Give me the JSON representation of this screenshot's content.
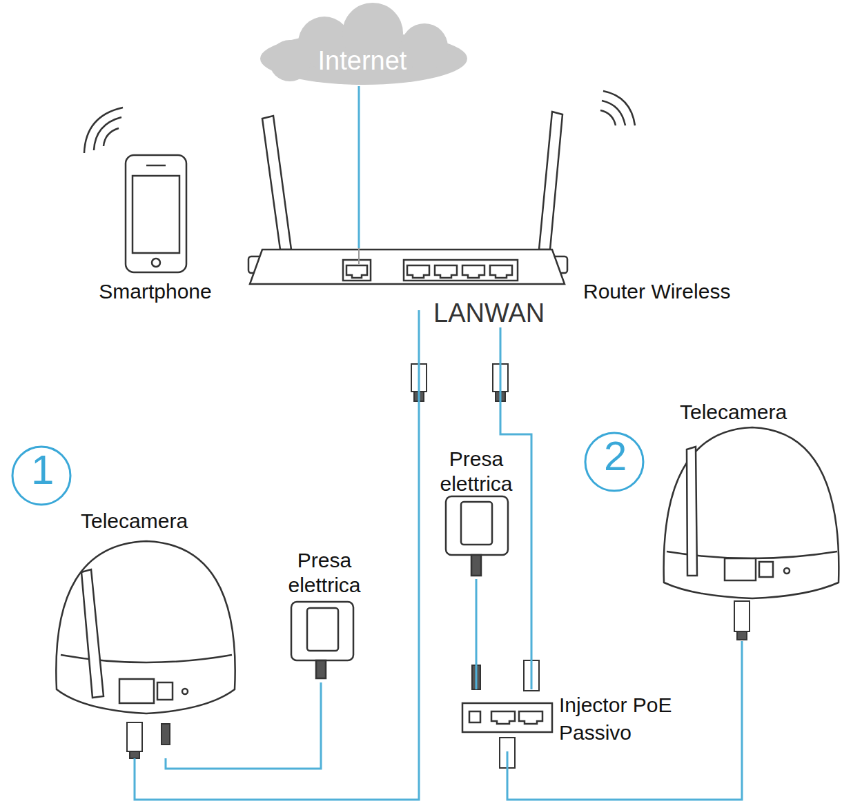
{
  "diagram": {
    "nodes": [
      {
        "text": [
          "Internet"
        ]
      },
      {
        "text": [
          "Smartphone"
        ]
      },
      {
        "text": [
          "Router Wireless"
        ]
      },
      {
        "text": [
          "Telecamera"
        ]
      },
      {
        "text": [
          "Presa elettrica"
        ]
      },
      {
        "text": [
          "Presa elettrica"
        ]
      },
      {
        "text": [
          "Telecamera"
        ]
      },
      {
        "text": [
          "Injector PoE Passivo"
        ]
      }
    ],
    "edges": [
      {
        "from": 0,
        "to": 2,
        "arrow": "none"
      },
      {
        "from": 2,
        "to": 3,
        "arrow": "none"
      },
      {
        "from": 4,
        "to": 3,
        "arrow": "none"
      },
      {
        "from": 2,
        "to": 7,
        "arrow": "none"
      },
      {
        "from": 5,
        "to": 7,
        "arrow": "none"
      },
      {
        "from": 7,
        "to": 6,
        "arrow": "none"
      }
    ],
    "labels": [
      "LANWAN",
      "1",
      "2"
    ]
  }
}
